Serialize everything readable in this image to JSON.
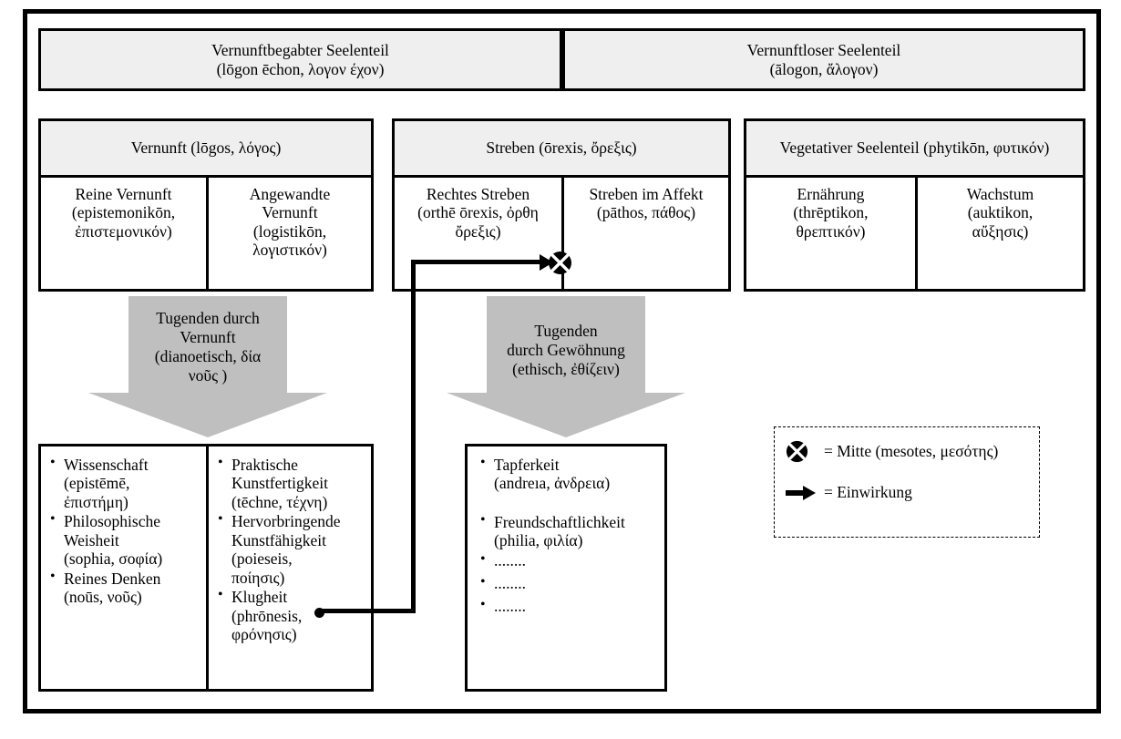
{
  "diagram": {
    "title_top_row": [
      {
        "id": "rational",
        "line1": "Vernunftbegabter Seelenteil",
        "line2": "(lōgon ēchon, λογον έχον)"
      },
      {
        "id": "irrational",
        "line1": "Vernunftloser Seelenteil",
        "line2": "(ālogon, ἄλογον)"
      }
    ],
    "groups": [
      {
        "id": "vernunft",
        "header": "Vernunft (lōgos, λόγος)",
        "cells": [
          {
            "id": "reine-vernunft",
            "lines": [
              "Reine Vernunft",
              "(epistemonikōn,",
              "ἐπιστεμονικόν)"
            ]
          },
          {
            "id": "angewandte-vernunft",
            "lines": [
              "Angewandte",
              "Vernunft",
              "(logistikōn,",
              "λογιστικόν)"
            ]
          }
        ]
      },
      {
        "id": "streben",
        "header": "Streben (ōrexis, ὄρεξις)",
        "cells": [
          {
            "id": "rechtes-streben",
            "lines": [
              "Rechtes Streben",
              "(orthē ōrexis, ὀρθη",
              "ὄρεξις)"
            ]
          },
          {
            "id": "streben-im-affekt",
            "lines": [
              "Streben im Affekt",
              "(pāthos, πάθος)"
            ]
          }
        ]
      },
      {
        "id": "vegetativ",
        "header": "Vegetativer Seelenteil (phytikōn, φυτικόν)",
        "cells": [
          {
            "id": "ernaehrung",
            "lines": [
              "Ernährung",
              "(thrēptikon,",
              "θρεπτικόν)"
            ]
          },
          {
            "id": "wachstum",
            "lines": [
              "Wachstum",
              "(auktikon,",
              "αὔξησις)"
            ]
          }
        ]
      }
    ],
    "arrows": [
      {
        "id": "dianoetisch",
        "lines": [
          "Tugenden durch",
          "Vernunft",
          "(dianoetisch, δία",
          "νοῦς )"
        ]
      },
      {
        "id": "ethisch",
        "lines": [
          "Tugenden",
          "durch Gewöhnung",
          "(ethisch, ἐθίζειν)"
        ]
      }
    ],
    "virtue_lists": [
      {
        "id": "dianoetic-left",
        "items": [
          {
            "text": "Wissenschaft (epistēmē, ἐπιστήμη)",
            "lines": [
              "Wissenschaft",
              "(epistēmē,",
              "ἐπιστήμη)"
            ]
          },
          {
            "text": "Philosophische Weisheit (sophia, σοφία)",
            "lines": [
              "Philosophische",
              "Weisheit",
              "(sophia, σοφία)"
            ]
          },
          {
            "text": "Reines Denken (noūs, νοῦς)",
            "lines": [
              "Reines Denken",
              "(noūs, νοῦς)"
            ]
          }
        ]
      },
      {
        "id": "dianoetic-right",
        "items": [
          {
            "text": "Praktische Kunstfertigkeit (tēchne, τέχνη)",
            "lines": [
              "Praktische",
              "Kunstfertigkeit",
              "(tēchne, τέχνη)"
            ]
          },
          {
            "text": "Hervorbringende Kunstfähigkeit (poieseis, ποίησις)",
            "lines": [
              "Hervorbringende",
              "Kunstfähigkeit",
              "(poieseis,",
              "ποίησις)"
            ]
          },
          {
            "text": "Klugheit (phrōnesis, φρόνησις)",
            "lines": [
              "Klugheit",
              "(phrōnesis,",
              "φρόνησις)"
            ]
          }
        ]
      },
      {
        "id": "ethical",
        "items": [
          {
            "text": "Tapferkeit (andreıa, ἀνδρεια)",
            "lines": [
              "Tapferkeit",
              "(andreıa,  ἀνδρεια)"
            ]
          },
          {
            "text": "Freundschaftlichkeit (philia, φιλία)",
            "lines": [
              "Freundschaftlichkeit",
              "(philia, φιλία)"
            ]
          },
          {
            "text": "........",
            "lines": [
              "........"
            ]
          },
          {
            "text": "........",
            "lines": [
              "........"
            ]
          },
          {
            "text": "........",
            "lines": [
              "........"
            ]
          }
        ]
      }
    ],
    "legend": {
      "items": [
        {
          "id": "mitte",
          "symbol": "circle-x-icon",
          "label": "= Mitte (mesotes, μεσότης)"
        },
        {
          "id": "einwirkung",
          "symbol": "arrow-right-icon",
          "label": "= Einwirkung"
        }
      ]
    },
    "colors": {
      "stroke": "#000000",
      "header_fill": "#efefef",
      "arrow_fill": "#bfbfbf",
      "page": "#ffffff"
    }
  }
}
